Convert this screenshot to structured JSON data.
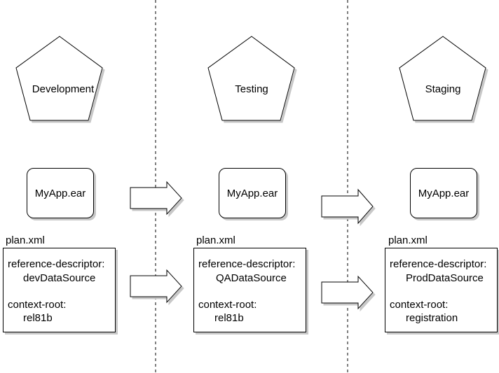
{
  "stages": [
    {
      "name": "Development",
      "ear": "MyApp.ear",
      "plan_title": "plan.xml",
      "ref_label": "reference-descriptor:",
      "ref_value": "devDataSource",
      "ctx_label": "context-root:",
      "ctx_value": "rel81b"
    },
    {
      "name": "Testing",
      "ear": "MyApp.ear",
      "plan_title": "plan.xml",
      "ref_label": "reference-descriptor:",
      "ref_value": "QADataSource",
      "ctx_label": "context-root:",
      "ctx_value": "rel81b"
    },
    {
      "name": "Staging",
      "ear": "MyApp.ear",
      "plan_title": "plan.xml",
      "ref_label": "reference-descriptor:",
      "ref_value": "ProdDataSource",
      "ctx_label": "context-root:",
      "ctx_value": "registration"
    }
  ],
  "colors": {
    "stroke": "#000000",
    "fill": "#ffffff",
    "shadow": "#c8c8c8"
  }
}
